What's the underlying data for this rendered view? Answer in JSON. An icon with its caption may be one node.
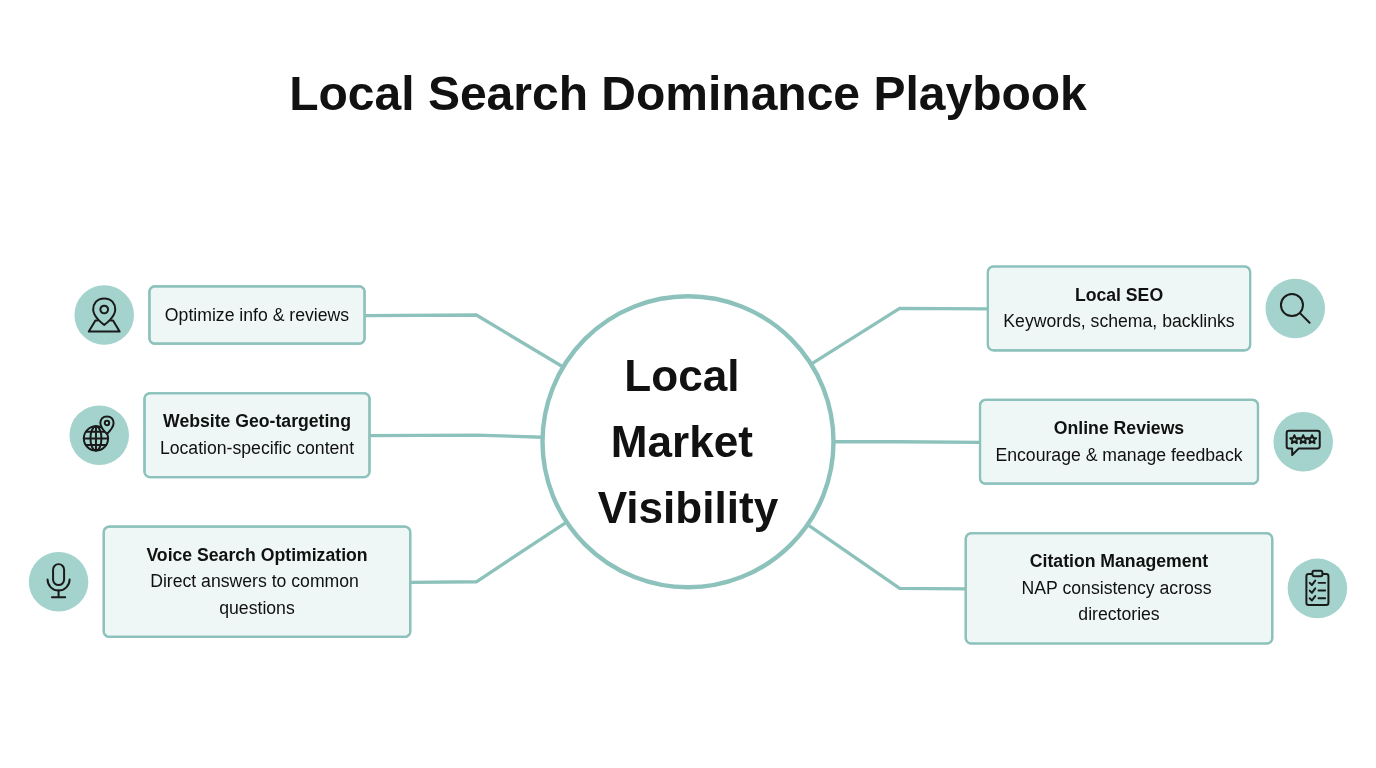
{
  "diagram": {
    "title": "Local Search Dominance Playbook",
    "nodes": [
      {
        "text": [
          "Local Market Visibility"
        ]
      },
      {
        "text": [
          "Optimize info & reviews"
        ]
      },
      {
        "text": [
          "Local SEO",
          "Keywords, schema, backlinks"
        ]
      },
      {
        "text": [
          "Website Geo-targeting",
          "Location-specific content"
        ]
      },
      {
        "text": [
          "Online Reviews",
          "Encourage & manage feedback"
        ]
      },
      {
        "text": [
          "Voice Search Optimization",
          "Direct answers to common questions"
        ]
      },
      {
        "text": [
          "Citation Management",
          "NAP consistency across directories"
        ]
      }
    ],
    "edges": [
      {
        "from": 1,
        "to": 0,
        "arrow": "none"
      },
      {
        "from": 0,
        "to": 2,
        "arrow": "none"
      },
      {
        "from": 3,
        "to": 0,
        "arrow": "none"
      },
      {
        "from": 0,
        "to": 4,
        "arrow": "none"
      },
      {
        "from": 5,
        "to": 0,
        "arrow": "none"
      },
      {
        "from": 0,
        "to": 6,
        "arrow": "none"
      }
    ]
  }
}
